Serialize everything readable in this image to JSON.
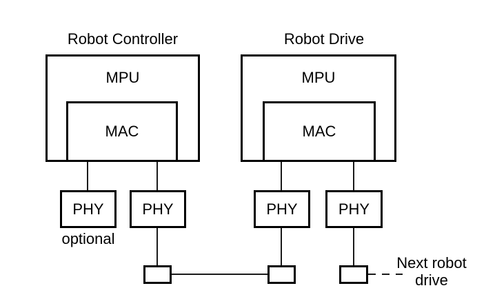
{
  "diagram": {
    "background_color": "#ffffff",
    "stroke_color": "#000000",
    "line_color": "#1a1a1a",
    "groups": [
      {
        "title": "Robot Controller",
        "mpu_label": "MPU",
        "mac_label": "MAC",
        "phy_left_label": "PHY",
        "phy_right_label": "PHY"
      },
      {
        "title": "Robot Drive",
        "mpu_label": "MPU",
        "mac_label": "MAC",
        "phy_left_label": "PHY",
        "phy_right_label": "PHY"
      }
    ],
    "optional_label": "optional",
    "next_label_line1": "Next robot",
    "next_label_line2": "drive"
  }
}
